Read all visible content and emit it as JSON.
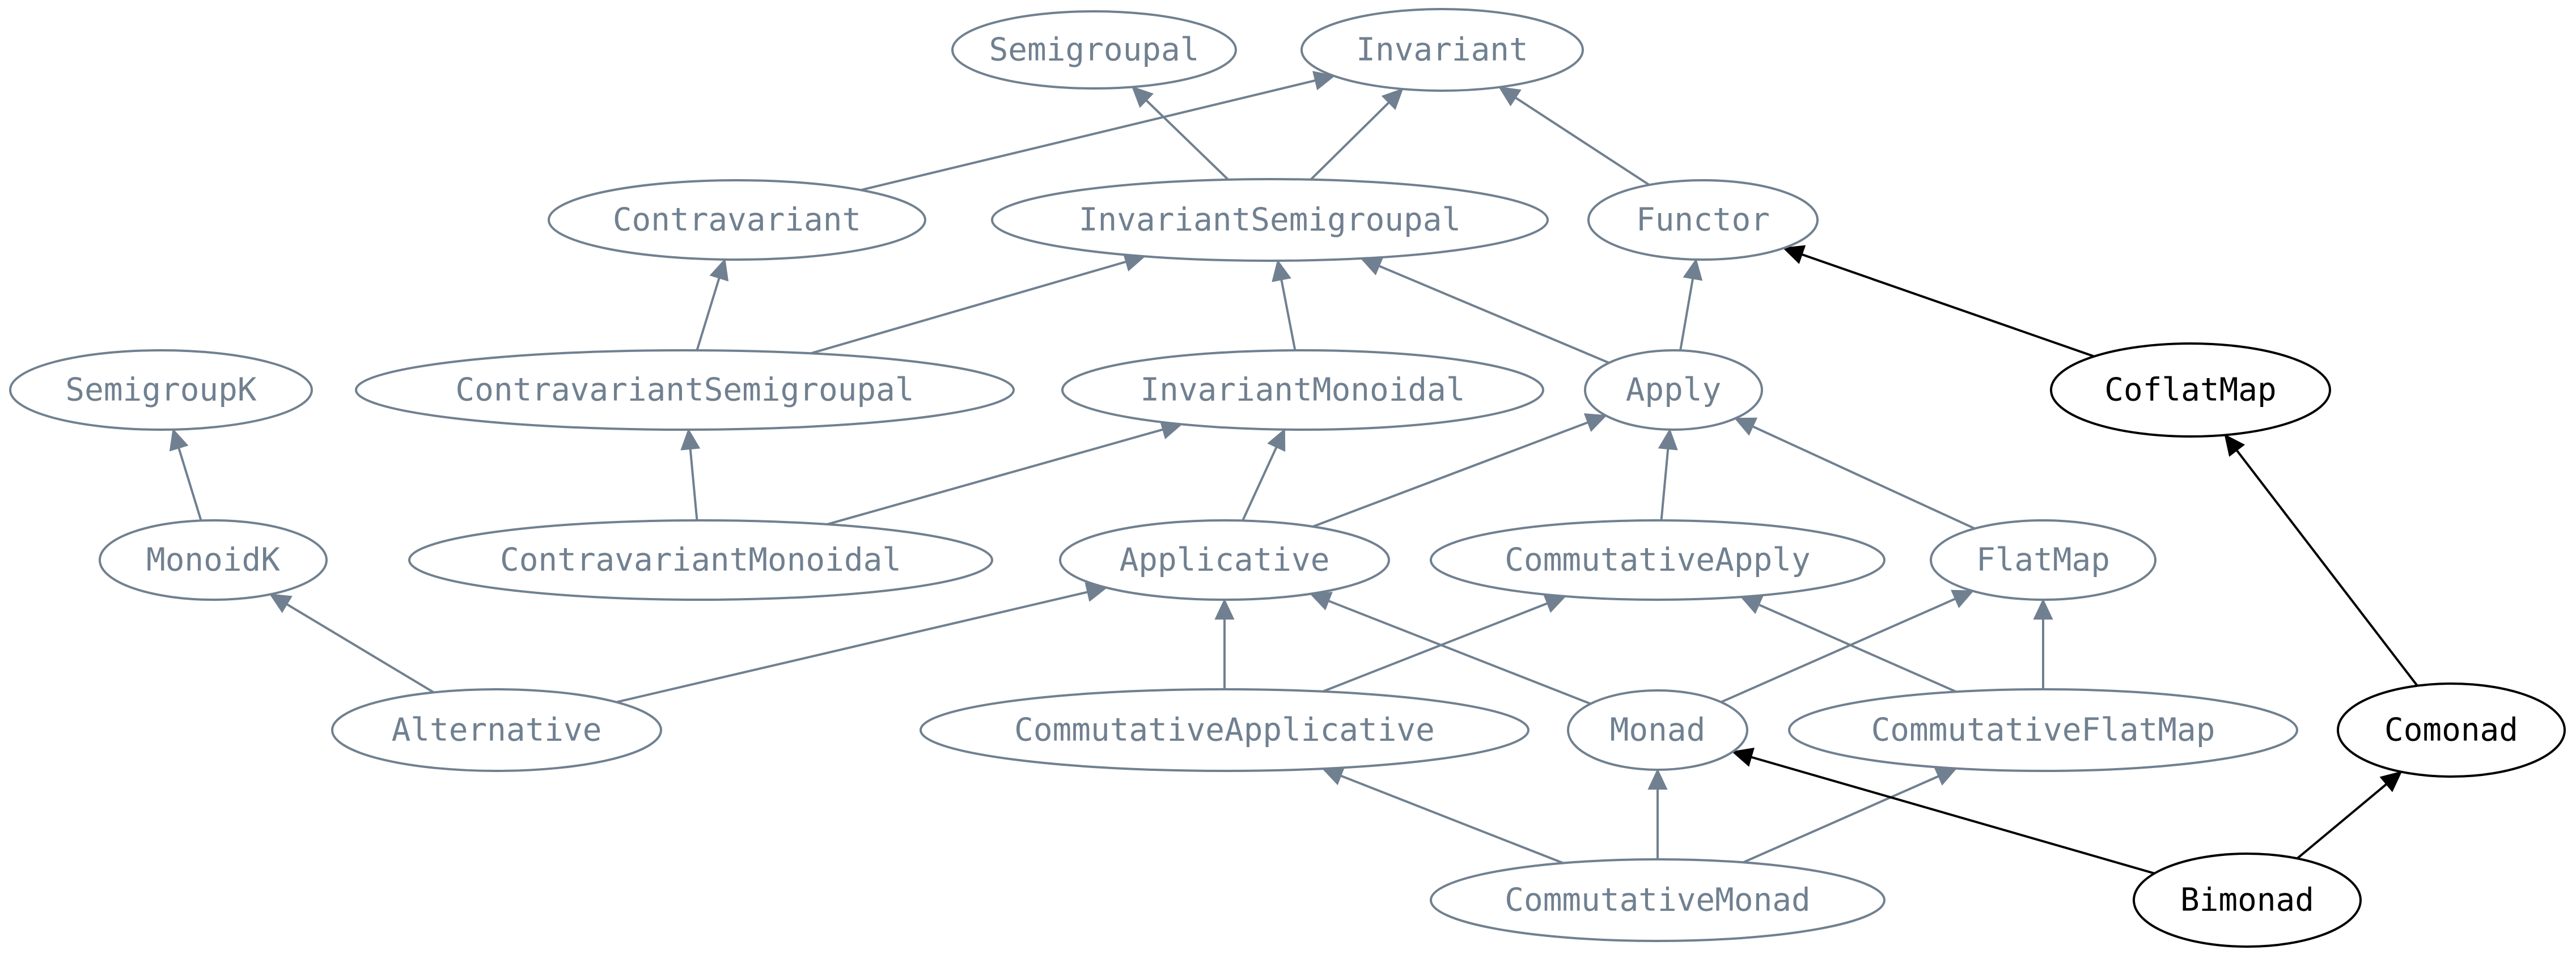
{
  "colors": {
    "muted": "#708090",
    "highlight": "#000000",
    "background": "#ffffff"
  },
  "nodes": [
    {
      "id": "Semigroupal",
      "label": "Semigroupal",
      "style": "muted"
    },
    {
      "id": "Invariant",
      "label": "Invariant",
      "style": "muted"
    },
    {
      "id": "Contravariant",
      "label": "Contravariant",
      "style": "muted"
    },
    {
      "id": "InvariantSemigroupal",
      "label": "InvariantSemigroupal",
      "style": "muted"
    },
    {
      "id": "Functor",
      "label": "Functor",
      "style": "muted"
    },
    {
      "id": "SemigroupK",
      "label": "SemigroupK",
      "style": "muted"
    },
    {
      "id": "ContravariantSemigroupal",
      "label": "ContravariantSemigroupal",
      "style": "muted"
    },
    {
      "id": "InvariantMonoidal",
      "label": "InvariantMonoidal",
      "style": "muted"
    },
    {
      "id": "Apply",
      "label": "Apply",
      "style": "muted"
    },
    {
      "id": "CoflatMap",
      "label": "CoflatMap",
      "style": "highlight"
    },
    {
      "id": "MonoidK",
      "label": "MonoidK",
      "style": "muted"
    },
    {
      "id": "ContravariantMonoidal",
      "label": "ContravariantMonoidal",
      "style": "muted"
    },
    {
      "id": "Applicative",
      "label": "Applicative",
      "style": "muted"
    },
    {
      "id": "CommutativeApply",
      "label": "CommutativeApply",
      "style": "muted"
    },
    {
      "id": "FlatMap",
      "label": "FlatMap",
      "style": "muted"
    },
    {
      "id": "Alternative",
      "label": "Alternative",
      "style": "muted"
    },
    {
      "id": "CommutativeApplicative",
      "label": "CommutativeApplicative",
      "style": "muted"
    },
    {
      "id": "Monad",
      "label": "Monad",
      "style": "muted"
    },
    {
      "id": "CommutativeFlatMap",
      "label": "CommutativeFlatMap",
      "style": "muted"
    },
    {
      "id": "Comonad",
      "label": "Comonad",
      "style": "highlight"
    },
    {
      "id": "CommutativeMonad",
      "label": "CommutativeMonad",
      "style": "muted"
    },
    {
      "id": "Bimonad",
      "label": "Bimonad",
      "style": "highlight"
    }
  ],
  "edges": [
    {
      "from": "Contravariant",
      "to": "Invariant",
      "style": "muted"
    },
    {
      "from": "InvariantSemigroupal",
      "to": "Semigroupal",
      "style": "muted"
    },
    {
      "from": "InvariantSemigroupal",
      "to": "Invariant",
      "style": "muted"
    },
    {
      "from": "Functor",
      "to": "Invariant",
      "style": "muted"
    },
    {
      "from": "ContravariantSemigroupal",
      "to": "Contravariant",
      "style": "muted"
    },
    {
      "from": "ContravariantSemigroupal",
      "to": "InvariantSemigroupal",
      "style": "muted"
    },
    {
      "from": "InvariantMonoidal",
      "to": "InvariantSemigroupal",
      "style": "muted"
    },
    {
      "from": "Apply",
      "to": "InvariantSemigroupal",
      "style": "muted"
    },
    {
      "from": "Apply",
      "to": "Functor",
      "style": "muted"
    },
    {
      "from": "CoflatMap",
      "to": "Functor",
      "style": "highlight"
    },
    {
      "from": "MonoidK",
      "to": "SemigroupK",
      "style": "muted"
    },
    {
      "from": "ContravariantMonoidal",
      "to": "ContravariantSemigroupal",
      "style": "muted"
    },
    {
      "from": "ContravariantMonoidal",
      "to": "InvariantMonoidal",
      "style": "muted"
    },
    {
      "from": "Applicative",
      "to": "InvariantMonoidal",
      "style": "muted"
    },
    {
      "from": "Applicative",
      "to": "Apply",
      "style": "muted"
    },
    {
      "from": "CommutativeApply",
      "to": "Apply",
      "style": "muted"
    },
    {
      "from": "FlatMap",
      "to": "Apply",
      "style": "muted"
    },
    {
      "from": "Alternative",
      "to": "MonoidK",
      "style": "muted"
    },
    {
      "from": "Alternative",
      "to": "Applicative",
      "style": "muted"
    },
    {
      "from": "CommutativeApplicative",
      "to": "Applicative",
      "style": "muted"
    },
    {
      "from": "CommutativeApplicative",
      "to": "CommutativeApply",
      "style": "muted"
    },
    {
      "from": "Monad",
      "to": "Applicative",
      "style": "muted"
    },
    {
      "from": "Monad",
      "to": "FlatMap",
      "style": "muted"
    },
    {
      "from": "CommutativeFlatMap",
      "to": "CommutativeApply",
      "style": "muted"
    },
    {
      "from": "CommutativeFlatMap",
      "to": "FlatMap",
      "style": "muted"
    },
    {
      "from": "Comonad",
      "to": "CoflatMap",
      "style": "highlight"
    },
    {
      "from": "CommutativeMonad",
      "to": "CommutativeApplicative",
      "style": "muted"
    },
    {
      "from": "CommutativeMonad",
      "to": "Monad",
      "style": "muted"
    },
    {
      "from": "CommutativeMonad",
      "to": "CommutativeFlatMap",
      "style": "muted"
    },
    {
      "from": "Bimonad",
      "to": "Monad",
      "style": "highlight"
    },
    {
      "from": "Bimonad",
      "to": "Comonad",
      "style": "highlight"
    }
  ]
}
